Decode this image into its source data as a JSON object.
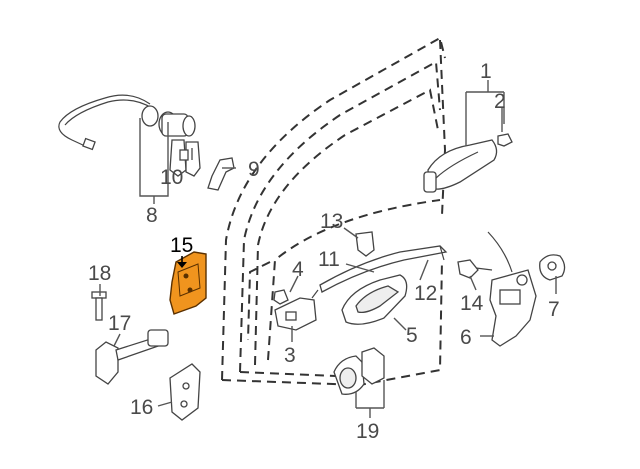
{
  "colors": {
    "highlight": "#f0941e",
    "ink": "#444444",
    "background": "#ffffff"
  },
  "callouts": [
    {
      "id": "1",
      "label": "1"
    },
    {
      "id": "2",
      "label": "2"
    },
    {
      "id": "3",
      "label": "3"
    },
    {
      "id": "4",
      "label": "4"
    },
    {
      "id": "5",
      "label": "5"
    },
    {
      "id": "6",
      "label": "6"
    },
    {
      "id": "7",
      "label": "7"
    },
    {
      "id": "8",
      "label": "8"
    },
    {
      "id": "9",
      "label": "9"
    },
    {
      "id": "10",
      "label": "10"
    },
    {
      "id": "11",
      "label": "11"
    },
    {
      "id": "12",
      "label": "12"
    },
    {
      "id": "13",
      "label": "13"
    },
    {
      "id": "14",
      "label": "14"
    },
    {
      "id": "15",
      "label": "15",
      "highlighted": true
    },
    {
      "id": "16",
      "label": "16"
    },
    {
      "id": "17",
      "label": "17"
    },
    {
      "id": "18",
      "label": "18"
    },
    {
      "id": "19",
      "label": "19"
    }
  ]
}
